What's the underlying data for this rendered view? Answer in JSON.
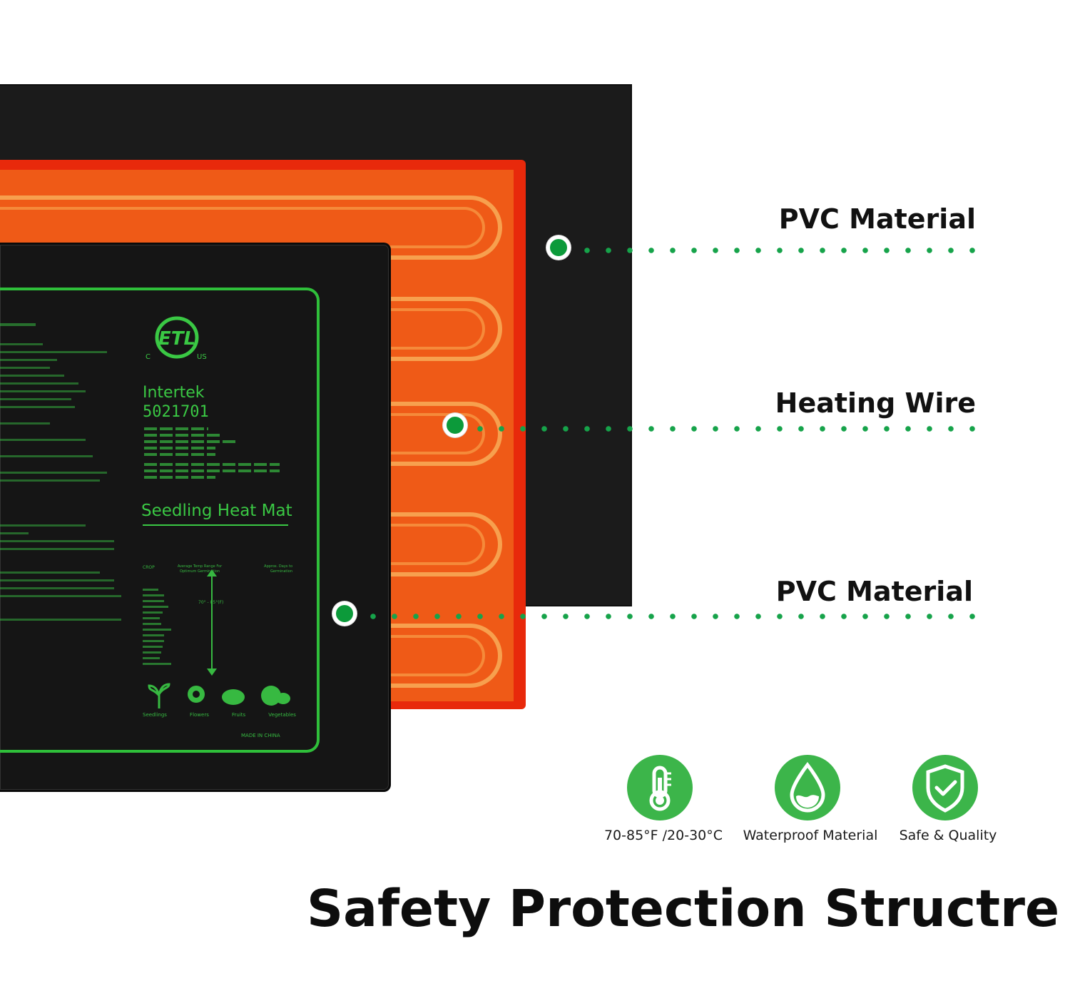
{
  "callouts": [
    {
      "label": "PVC Material"
    },
    {
      "label": "Heating Wire"
    },
    {
      "label": "PVC Material"
    }
  ],
  "mat": {
    "brand": "Intertek",
    "code": "5021701",
    "title": "Seedling Heat Mat",
    "etl_left": "C",
    "etl_right": "US",
    "etl_mark": "ETL",
    "crop_header": "CROP",
    "range_header": "Average Temp Range For Optimum Germination",
    "days_header": "Approx. Days to Germination",
    "range": "70° - 85°(F)",
    "plant_labels": [
      "Seedlings",
      "Flowers",
      "Fruits",
      "Vegetables"
    ],
    "made_in": "MADE IN CHINA"
  },
  "features": [
    {
      "label": "70-85°F /20-30°C",
      "icon": "thermometer-icon"
    },
    {
      "label": "Waterproof Material",
      "icon": "water-drop-icon"
    },
    {
      "label": "Safe & Quality",
      "icon": "shield-check-icon"
    }
  ],
  "title": "Safety Protection Structre",
  "colors": {
    "accent_green": "#0c9a3a",
    "badge_green": "#3cb54a",
    "heat_orange": "#ef5a17",
    "heat_red": "#e8290b",
    "mat_black": "#151515"
  }
}
